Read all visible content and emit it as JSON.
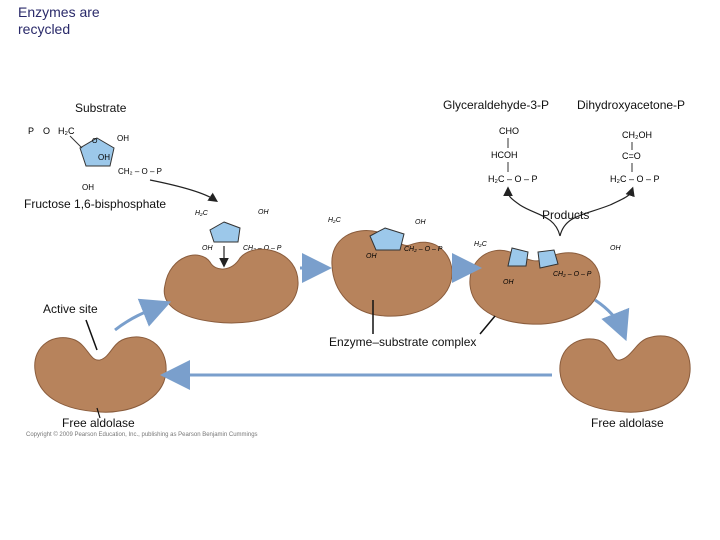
{
  "title": "Enzymes are recycled",
  "labels": {
    "substrate": "Substrate",
    "fructose": "Fructose 1,6-bisphosphate",
    "g3p": "Glyceraldehyde-3-P",
    "dhap": "Dihydroxyacetone-P",
    "products": "Products",
    "active_site": "Active site",
    "complex": "Enzyme–substrate complex",
    "free_left": "Free aldolase",
    "free_right": "Free aldolase",
    "copyright": "Copyright © 2009 Pearson Education, Inc., publishing as Pearson Benjamin Cummings"
  },
  "molecule_text": {
    "p": "P",
    "o": "O",
    "h2c": "H₂C",
    "oh": "OH",
    "o_ring": "O",
    "ch2_o_p": "CH₂ – O – P",
    "cho": "CHO",
    "hcoh": "HCOH",
    "h2c_o_p": "H₂C – O – P",
    "ch2oh": "CH₂OH",
    "c_eq_o": "C=O"
  },
  "colors": {
    "enzyme": "#b7835c",
    "enzyme_edge": "#8a5c3c",
    "substrate": "#9cc8ea",
    "arrow": "#7a9fcc"
  }
}
